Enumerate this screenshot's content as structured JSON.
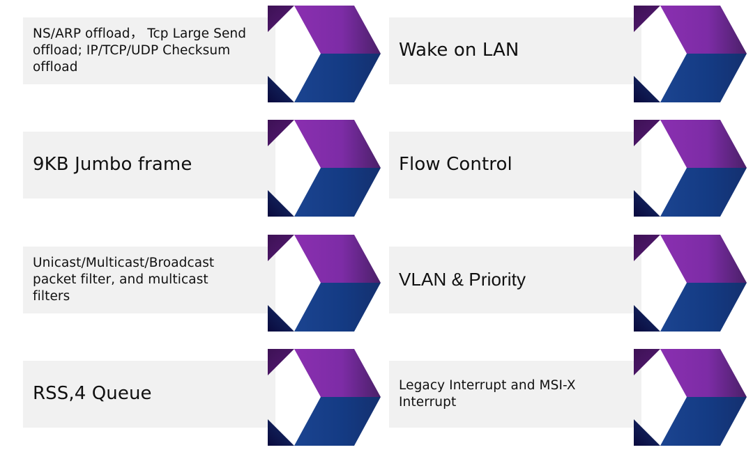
{
  "slide": {
    "title": "Feature list chevrons",
    "background_color": "#ffffff",
    "plate_color": "#f1f1f1",
    "text_color": "#101010",
    "arrow_colors": {
      "purple_light": "#8a2fb0",
      "purple_mid": "#7a2ba4",
      "purple_dark_tip": "#4a2068",
      "purple_shadow": "#3d1155",
      "blue_light": "#1f4a94",
      "blue_mid": "#123a82",
      "blue_dark_tip": "#14306f",
      "navy_shadow": "#0d0d47"
    }
  },
  "columns": {
    "left": [
      {
        "id": "offload",
        "label": "NS/ARP offload， Tcp Large Send\noffload; IP/TCP/UDP Checksum\noffload",
        "size": "small",
        "font": "humanist"
      },
      {
        "id": "jumbo-frame",
        "label": "9KB Jumbo frame",
        "size": "big",
        "font": "humanist"
      },
      {
        "id": "packet-filter",
        "label": "Unicast/Multicast/Broadcast\npacket filter, and multicast\nfilters",
        "size": "small",
        "font": "humanist"
      },
      {
        "id": "rss-queue",
        "label": "RSS,4 Queue",
        "size": "big",
        "font": "humanist"
      }
    ],
    "right": [
      {
        "id": "wake-on-lan",
        "label": "Wake on LAN",
        "size": "big",
        "font": "humanist"
      },
      {
        "id": "flow-control",
        "label": "Flow Control",
        "size": "big",
        "font": "humanist"
      },
      {
        "id": "vlan-priority",
        "label": "VLAN & Priority",
        "size": "big",
        "font": "grotesque"
      },
      {
        "id": "interrupt",
        "label": "Legacy Interrupt and MSI-X\nInterrupt",
        "size": "small",
        "font": "humanist"
      }
    ]
  }
}
